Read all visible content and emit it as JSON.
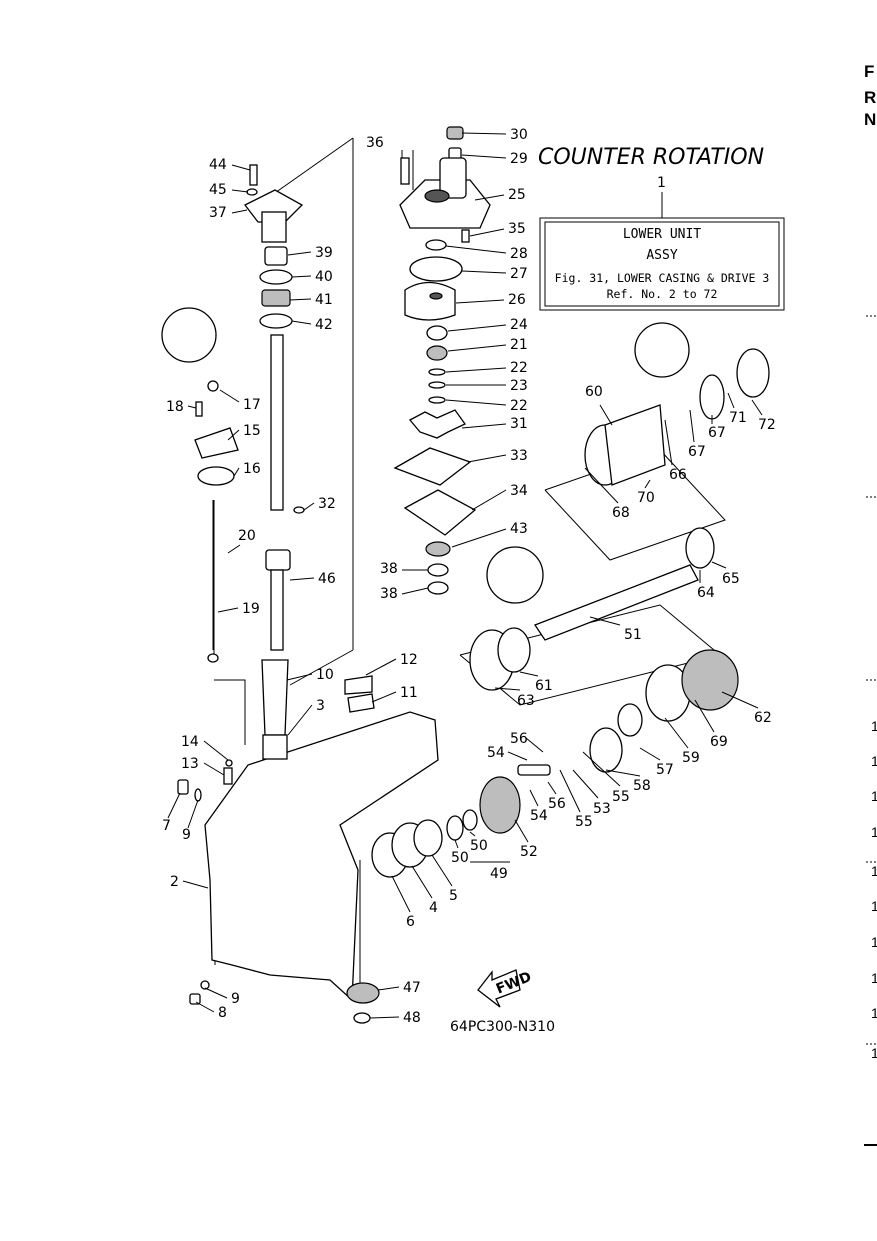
{
  "title": "COUNTER ROTATION",
  "ref_box": {
    "number": "1",
    "line1": "LOWER UNIT",
    "line2": "ASSY",
    "line3": "Fig. 31, LOWER CASING & DRIVE 3",
    "line4": "Ref. No. 2 to 72"
  },
  "drawing_code": "64PC300-N310",
  "fwd_label": "FWD",
  "edge_letters": [
    "F",
    "R",
    "N"
  ],
  "edge_numbers": [
    "1",
    "1",
    "1",
    "1",
    "1",
    "1",
    "1",
    "1",
    "1",
    "1"
  ],
  "part_numbers": [
    "30",
    "29",
    "36",
    "25",
    "35",
    "28",
    "27",
    "26",
    "24",
    "21",
    "22",
    "23",
    "22",
    "31",
    "33",
    "34",
    "43",
    "38",
    "38",
    "44",
    "45",
    "37",
    "39",
    "40",
    "41",
    "42",
    "17",
    "18",
    "15",
    "16",
    "32",
    "20",
    "46",
    "19",
    "10",
    "12",
    "3",
    "11",
    "14",
    "13",
    "7",
    "9",
    "2",
    "9",
    "8",
    "47",
    "48",
    "6",
    "4",
    "5",
    "50",
    "50",
    "49",
    "52",
    "56",
    "54",
    "54",
    "56",
    "55",
    "53",
    "55",
    "58",
    "57",
    "59",
    "69",
    "62",
    "63",
    "61",
    "51",
    "64",
    "65",
    "60",
    "68",
    "70",
    "66",
    "67",
    "67",
    "71",
    "72"
  ]
}
